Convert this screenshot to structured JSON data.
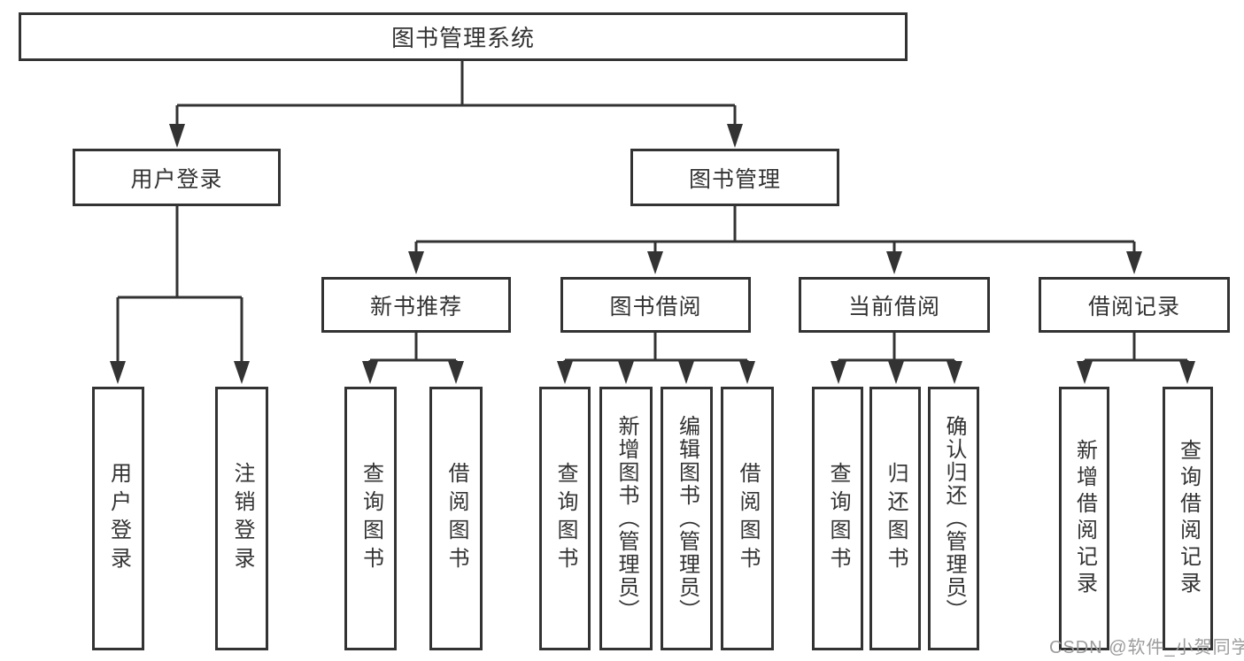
{
  "tree": {
    "root": {
      "label": "图书管理系统",
      "children": [
        {
          "label": "用户登录",
          "children": [
            {
              "label": "用户登录"
            },
            {
              "label": "注销登录"
            }
          ]
        },
        {
          "label": "图书管理",
          "children": [
            {
              "label": "新书推荐",
              "children": [
                {
                  "label": "查询图书"
                },
                {
                  "label": "借阅图书"
                }
              ]
            },
            {
              "label": "图书借阅",
              "children": [
                {
                  "label": "查询图书"
                },
                {
                  "label": "新增图书（管理员）"
                },
                {
                  "label": "编辑图书（管理员）"
                },
                {
                  "label": "借阅图书"
                }
              ]
            },
            {
              "label": "当前借阅",
              "children": [
                {
                  "label": "查询图书"
                },
                {
                  "label": "归还图书"
                },
                {
                  "label": "确认归还（管理员）"
                }
              ]
            },
            {
              "label": "借阅记录",
              "children": [
                {
                  "label": "新增借阅记录"
                },
                {
                  "label": "查询借阅记录"
                }
              ]
            }
          ]
        }
      ]
    }
  },
  "watermark": {
    "text": "CSDN @软件_小贺同学"
  },
  "colors": {
    "line": "#333333",
    "text": "#333333",
    "watermark": "#9c9c9c",
    "background": "#ffffff"
  }
}
